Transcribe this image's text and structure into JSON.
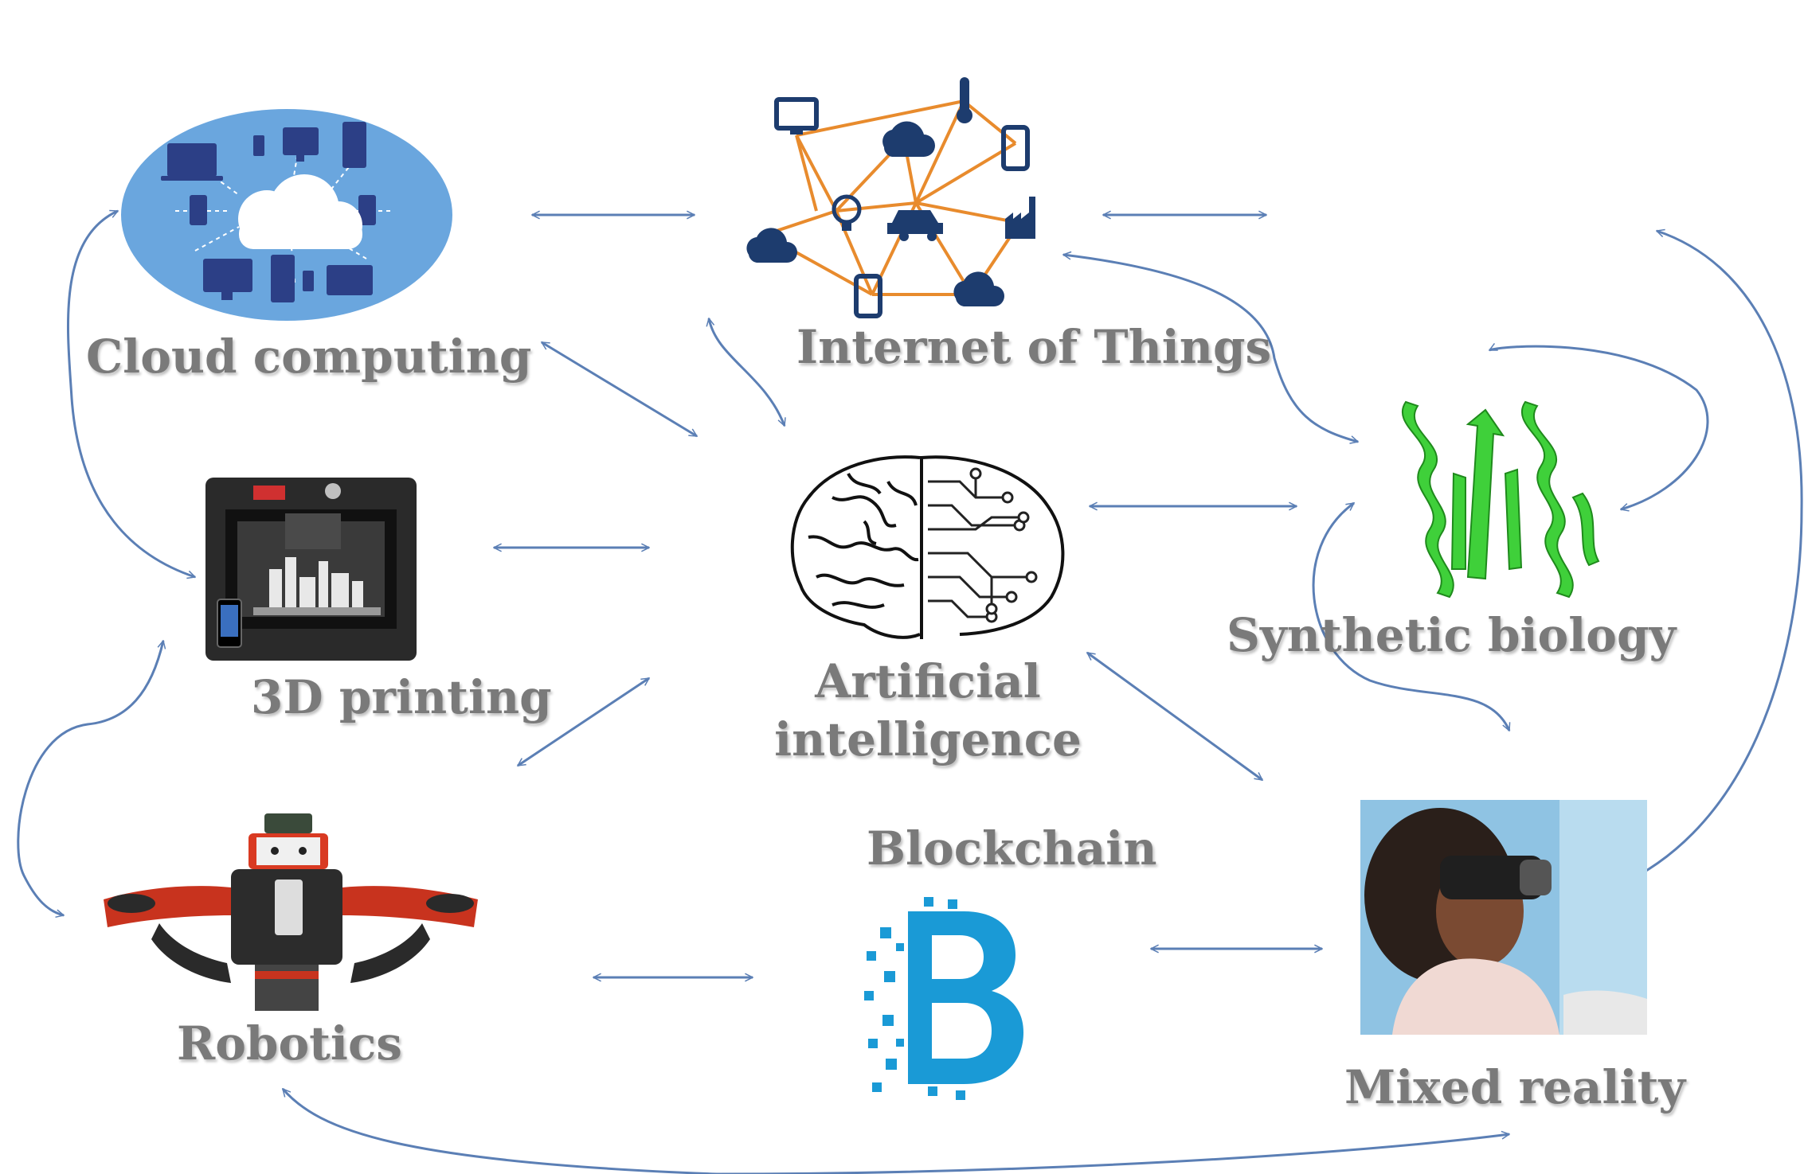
{
  "nodes": {
    "cloud_computing": {
      "label": "Cloud computing"
    },
    "internet_of_things": {
      "label": "Internet of Things"
    },
    "synthetic_biology": {
      "label": "Synthetic biology"
    },
    "printing_3d": {
      "label": "3D printing"
    },
    "artificial_intelligence": {
      "label_line1": "Artificial",
      "label_line2": "intelligence"
    },
    "robotics": {
      "label": "Robotics"
    },
    "blockchain": {
      "label": "Blockchain"
    },
    "mixed_reality": {
      "label": "Mixed reality"
    }
  },
  "colors": {
    "arrow": "#5b7fb5",
    "label_text": "#7a7a7a",
    "cloud_bg": "#6aa6de",
    "iot_nodes": "#1d3c6e",
    "iot_links": "#e88b2d",
    "protein_green": "#3fd03a",
    "blockchain_blue": "#1a9ad6",
    "robot_red": "#c8331e"
  },
  "icons": {
    "cloud_computing": "cloud-network-icon",
    "internet_of_things": "iot-network-icon",
    "synthetic_biology": "protein-structure-icon",
    "printing_3d": "3d-printer-icon",
    "artificial_intelligence": "brain-circuit-icon",
    "robotics": "robot-icon",
    "blockchain": "blockchain-b-icon",
    "mixed_reality": "vr-headset-person-icon"
  }
}
